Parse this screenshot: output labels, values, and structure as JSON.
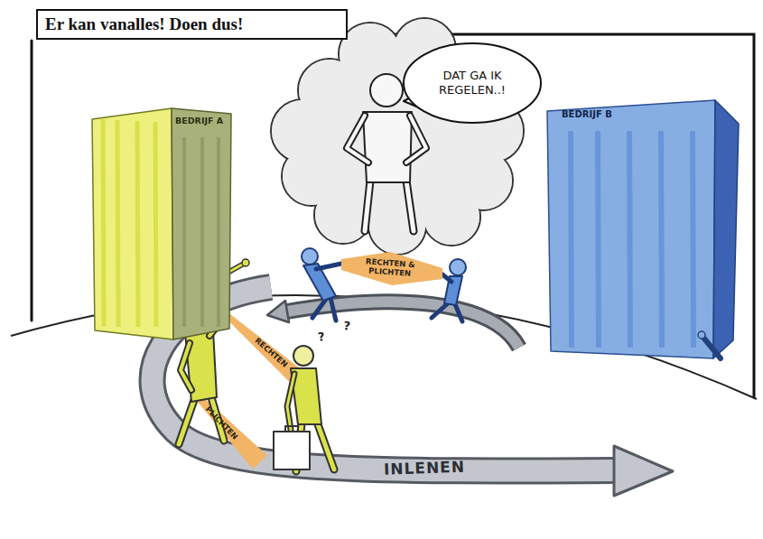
{
  "diagram": {
    "title": "Er kan vanalles! Doen dus!",
    "nodes": [
      {
        "text": [
          "BEDRIJF A"
        ]
      },
      {
        "text": [
          "DAT GA IK REGELEN..!"
        ]
      },
      {
        "text": [
          "BEDRIJF B"
        ]
      }
    ],
    "labels": [
      "RECHTEN & PLICHTEN",
      "?",
      "?",
      "RECHTEN",
      "PLICHTEN",
      "INLENEN"
    ]
  }
}
